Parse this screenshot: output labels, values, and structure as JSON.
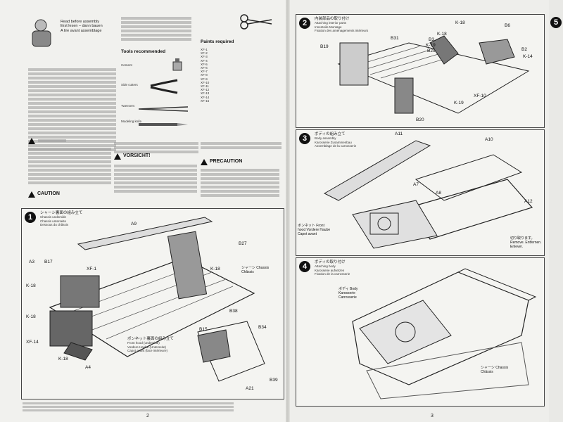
{
  "left": {
    "intro": {
      "lines": [
        "Read before assembly",
        "Erst lesen – dann bauen",
        "A lire avant assemblage"
      ]
    },
    "tools": {
      "heading": "Tools recommended",
      "items": [
        {
          "label": "Cement"
        },
        {
          "label": "Side cutters"
        },
        {
          "label": "Tweezers"
        },
        {
          "label": "Modeling knife"
        }
      ]
    },
    "paints": {
      "heading": "Paints required",
      "items": [
        "XF-1",
        "XF-2",
        "XF-3",
        "XF-4",
        "XF-5",
        "XF-6",
        "XF-7",
        "XF-8",
        "XF-9",
        "XF-10",
        "XF-11",
        "XF-12",
        "XF-13",
        "XF-14",
        "XF-15"
      ]
    },
    "caution_label": "CAUTION",
    "vorsicht_label": "VORSICHT!",
    "precaution_label": "PRECAUTION",
    "step1": {
      "num": "1",
      "title_jp": "シャーシ裏面の組み立て",
      "title_en": "Chassis underside",
      "title_de": "Chassis unterseite",
      "title_fr": "Dessous du châssis",
      "labels": {
        "a9": "A9",
        "b27": "B27",
        "a3": "A3",
        "b17": "B17",
        "xf1": "XF-1",
        "k18a": "K-18",
        "k18b": "K-18",
        "k18c": "K-18",
        "k18d": "K-18",
        "xf14": "XF-14",
        "a4": "A4",
        "b38": "B38",
        "b15": "B15",
        "b34": "B34",
        "a21": "A21",
        "b39": "B39",
        "chassis": "シャーシ Chassis Châssis"
      },
      "sub_jp": "ボンネット裏面の組み立て",
      "sub_en": "Front hood (underside)",
      "sub_de": "Vordere Haube (Unterseite)",
      "sub_fr": "Capot avant (face intérieure)"
    },
    "page_number": "2"
  },
  "right": {
    "step2": {
      "num": "2",
      "title_jp": "内装部品の取り付け",
      "title_en": "Attaching interior parts",
      "title_de": "Innenteile-Montage",
      "title_fr": "Fixation des aménagements intérieurs",
      "labels": {
        "k18a": "K-18",
        "b6": "B6",
        "b19": "B19",
        "b31": "B31",
        "k18b": "K-18",
        "b3": "B3",
        "k19": "K-19",
        "b25": "B25",
        "b2": "B2",
        "k14": "K-14",
        "xf10": "XF-10",
        "k19b": "K-19",
        "b20": "B20"
      }
    },
    "step3": {
      "num": "3",
      "title_jp": "ボディの組み立て",
      "title_en": "Body assembly",
      "title_de": "Karosserie Zusammenbau",
      "title_fr": "Assemblage de la carrosserie",
      "labels": {
        "a11": "A11",
        "a10": "A10",
        "a7": "A7",
        "a8": "A8",
        "a12": "A12",
        "hood": "ボンネット Front hood Vordere Haube Capot avant",
        "cutoff": "切り取ります。 Remove. Entfernen. Enlever."
      }
    },
    "step4": {
      "num": "4",
      "title_jp": "ボディの取り付け",
      "title_en": "Attaching body",
      "title_de": "Karosserie aufsetzen",
      "title_fr": "Fixation de la carrosserie",
      "labels": {
        "body": "ボディ Body Karosserie Carrosserie",
        "chassis": "シャーシ Chassis Châssis"
      }
    },
    "page_number": "3"
  },
  "third": {
    "step5_num": "5"
  }
}
